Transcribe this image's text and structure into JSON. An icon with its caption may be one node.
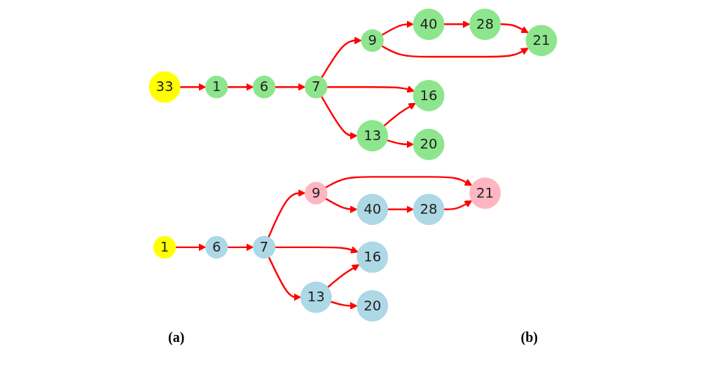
{
  "diagram": {
    "nodes": [
      {
        "text": [
          "33"
        ]
      },
      {
        "text": [
          "1"
        ]
      },
      {
        "text": [
          "6"
        ]
      },
      {
        "text": [
          "7"
        ]
      },
      {
        "text": [
          "9"
        ]
      },
      {
        "text": [
          "40"
        ]
      },
      {
        "text": [
          "28"
        ]
      },
      {
        "text": [
          "21"
        ]
      },
      {
        "text": [
          "16"
        ]
      },
      {
        "text": [
          "13"
        ]
      },
      {
        "text": [
          "20"
        ]
      },
      {
        "text": [
          "1"
        ]
      },
      {
        "text": [
          "6"
        ]
      },
      {
        "text": [
          "7"
        ]
      },
      {
        "text": [
          "9"
        ]
      },
      {
        "text": [
          "21"
        ]
      },
      {
        "text": [
          "40"
        ]
      },
      {
        "text": [
          "28"
        ]
      },
      {
        "text": [
          "16"
        ]
      },
      {
        "text": [
          "13"
        ]
      },
      {
        "text": [
          "20"
        ]
      }
    ],
    "edges": [
      {
        "from": 0,
        "to": 1,
        "arrow": "to"
      },
      {
        "from": 1,
        "to": 2,
        "arrow": "to"
      },
      {
        "from": 2,
        "to": 3,
        "arrow": "to"
      },
      {
        "from": 3,
        "to": 4,
        "arrow": "to"
      },
      {
        "from": 4,
        "to": 5,
        "arrow": "to"
      },
      {
        "from": 5,
        "to": 6,
        "arrow": "to"
      },
      {
        "from": 6,
        "to": 7,
        "arrow": "to"
      },
      {
        "from": 4,
        "to": 7,
        "arrow": "to"
      },
      {
        "from": 3,
        "to": 8,
        "arrow": "to"
      },
      {
        "from": 3,
        "to": 9,
        "arrow": "to"
      },
      {
        "from": 9,
        "to": 8,
        "arrow": "to"
      },
      {
        "from": 9,
        "to": 10,
        "arrow": "to"
      },
      {
        "from": 11,
        "to": 12,
        "arrow": "to"
      },
      {
        "from": 12,
        "to": 13,
        "arrow": "to"
      },
      {
        "from": 13,
        "to": 14,
        "arrow": "to"
      },
      {
        "from": 14,
        "to": 15,
        "arrow": "to"
      },
      {
        "from": 14,
        "to": 16,
        "arrow": "to"
      },
      {
        "from": 16,
        "to": 17,
        "arrow": "to"
      },
      {
        "from": 17,
        "to": 15,
        "arrow": "to"
      },
      {
        "from": 13,
        "to": 18,
        "arrow": "to"
      },
      {
        "from": 13,
        "to": 19,
        "arrow": "to"
      },
      {
        "from": 19,
        "to": 18,
        "arrow": "to"
      },
      {
        "from": 19,
        "to": 20,
        "arrow": "to"
      }
    ],
    "labels": [
      "(a)",
      "(b)"
    ]
  }
}
